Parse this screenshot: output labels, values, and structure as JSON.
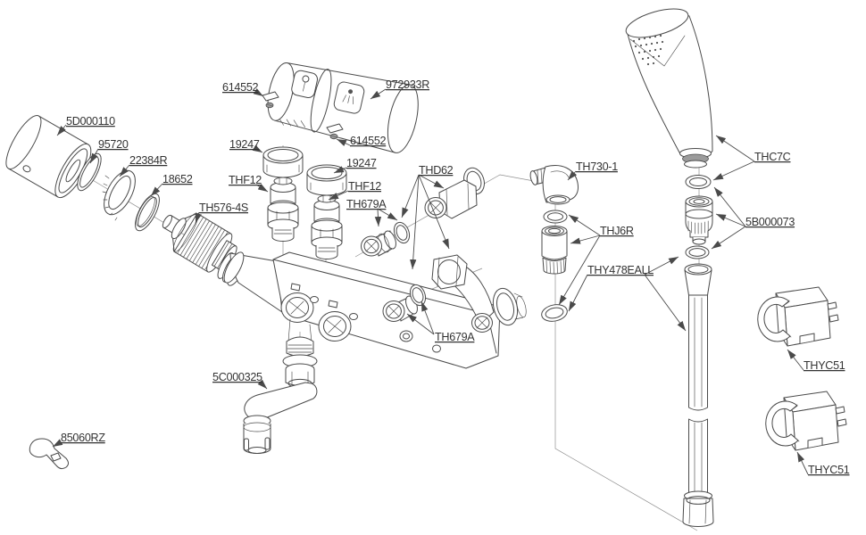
{
  "diagram": {
    "type": "exploded-parts-diagram",
    "colors": {
      "background": "#ffffff",
      "line": "#4a4a4a",
      "label_text": "#333333"
    },
    "labels": [
      {
        "text": "5D000110"
      },
      {
        "text": "95720"
      },
      {
        "text": "22384R"
      },
      {
        "text": "18652"
      },
      {
        "text": "TH576-4S"
      },
      {
        "text": "614552"
      },
      {
        "text": "972933R"
      },
      {
        "text": "614552"
      },
      {
        "text": "19247"
      },
      {
        "text": "THF12"
      },
      {
        "text": "19247"
      },
      {
        "text": "THF12"
      },
      {
        "text": "TH679A"
      },
      {
        "text": "THD62"
      },
      {
        "text": "TH730-1"
      },
      {
        "text": "THJ6R"
      },
      {
        "text": "THY478EALL"
      },
      {
        "text": "THC7C"
      },
      {
        "text": "5B000073"
      },
      {
        "text": "TH679A"
      },
      {
        "text": "5C000325"
      },
      {
        "text": "85060RZ"
      },
      {
        "text": "THYC51"
      },
      {
        "text": "THYC51"
      }
    ]
  }
}
